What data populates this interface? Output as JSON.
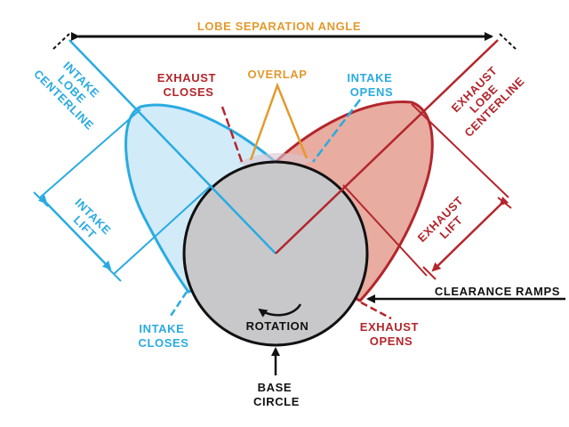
{
  "colors": {
    "intake": "#29abe2",
    "intake_fill": "#cde9f8",
    "exhaust": "#b3262c",
    "exhaust_fill": "#e8aca0",
    "overlap": "#e39a2d",
    "base": "#c8c8ca",
    "ink": "#111111"
  },
  "labels": {
    "lobe_separation": "LOBE SEPARATION ANGLE",
    "exhaust_closes": [
      "EXHAUST",
      "CLOSES"
    ],
    "overlap": "OVERLAP",
    "intake_opens": [
      "INTAKE",
      "OPENS"
    ],
    "intake_centerline": [
      "INTAKE",
      "LOBE",
      "CENTERLINE"
    ],
    "exhaust_centerline": [
      "EXHAUST",
      "LOBE",
      "CENTERLINE"
    ],
    "intake_lift": [
      "INTAKE",
      "LIFT"
    ],
    "exhaust_lift": [
      "EXHAUST",
      "LIFT"
    ],
    "clearance_ramps": "CLEARANCE RAMPS",
    "rotation": "ROTATION",
    "intake_closes": [
      "INTAKE",
      "CLOSES"
    ],
    "exhaust_opens": [
      "EXHAUST",
      "OPENS"
    ],
    "base_circle": [
      "BASE",
      "CIRCLE"
    ]
  }
}
